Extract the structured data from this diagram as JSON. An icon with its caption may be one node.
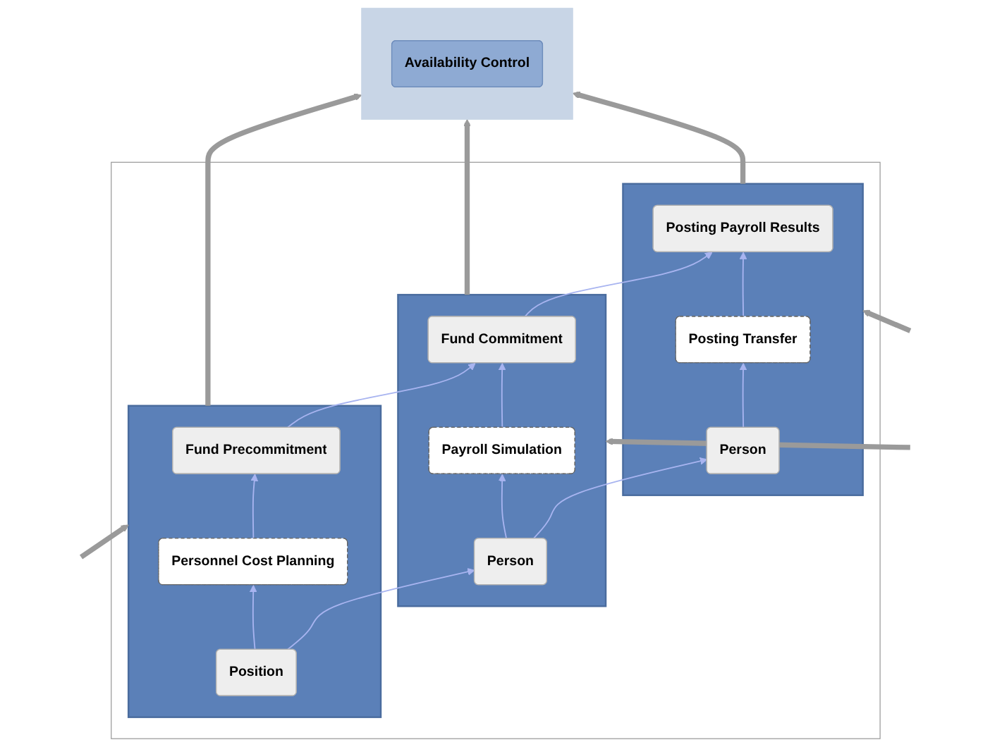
{
  "diagram": {
    "nodes": [
      {
        "text": [],
        "shape": "box"
      },
      {
        "text": [
          "Availability Control"
        ],
        "in": 0
      },
      {
        "text": [],
        "shape": "box"
      },
      {
        "text": [],
        "shape": "bar",
        "in": 2
      },
      {
        "text": [
          "Fund Precommitment"
        ],
        "in": 3
      },
      {
        "text": [
          "Personnel Cost Planning"
        ],
        "in": 3
      },
      {
        "text": [
          "Position"
        ],
        "in": 3
      },
      {
        "text": [],
        "shape": "bar",
        "in": 2
      },
      {
        "text": [
          "Fund Commitment"
        ],
        "in": 7
      },
      {
        "text": [
          "Payroll Simulation"
        ],
        "in": 7
      },
      {
        "text": [
          "Person"
        ],
        "in": 7
      },
      {
        "text": [],
        "shape": "bar",
        "in": 2
      },
      {
        "text": [
          "Posting Payroll Results"
        ],
        "in": 11
      },
      {
        "text": [
          "Posting Transfer"
        ],
        "in": 11
      },
      {
        "text": [
          "Person"
        ],
        "in": 11
      }
    ],
    "edges": [
      {
        "from": 6,
        "to": 5,
        "arrow": "to"
      },
      {
        "from": 5,
        "to": 4,
        "arrow": "to"
      },
      {
        "from": 4,
        "to": 8,
        "arrow": "to"
      },
      {
        "from": 6,
        "to": 10,
        "arrow": "to"
      },
      {
        "from": 10,
        "to": 9,
        "arrow": "to"
      },
      {
        "from": 9,
        "to": 8,
        "arrow": "to"
      },
      {
        "from": 8,
        "to": 12,
        "arrow": "to"
      },
      {
        "from": 10,
        "to": 14,
        "arrow": "to"
      },
      {
        "from": 14,
        "to": 13,
        "arrow": "to"
      },
      {
        "from": 13,
        "to": 12,
        "arrow": "to"
      },
      {
        "from": 3,
        "to": 0,
        "arrow": "to",
        "style": "thick",
        "color": "#9a9a9a"
      },
      {
        "from": 7,
        "to": 0,
        "arrow": "to",
        "style": "thick",
        "color": "#9a9a9a"
      },
      {
        "from": 11,
        "to": 0,
        "arrow": "to",
        "style": "thick",
        "color": "#9a9a9a"
      },
      {
        "from": null,
        "to": 3,
        "arrow": "to",
        "style": "thick",
        "color": "#9a9a9a"
      },
      {
        "from": null,
        "to": 7,
        "arrow": "to",
        "style": "thick",
        "color": "#9a9a9a"
      },
      {
        "from": null,
        "to": 11,
        "arrow": "to",
        "style": "thick",
        "color": "#9a9a9a"
      }
    ]
  }
}
